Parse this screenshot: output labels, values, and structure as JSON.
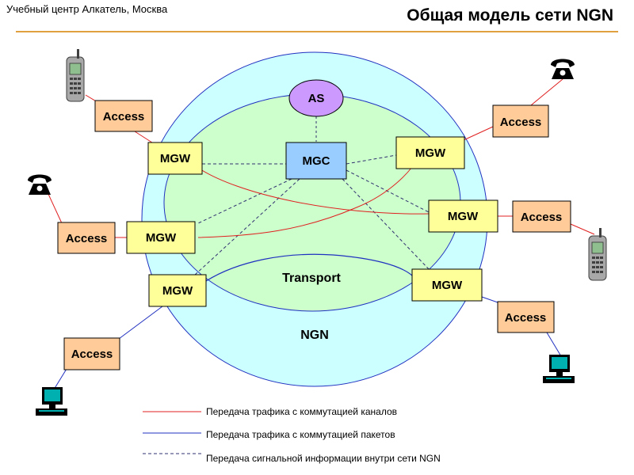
{
  "header": {
    "left_text": "Учебный  центр  Алкатель,  Москва",
    "title": "Общая  модель  сети  NGN"
  },
  "colors": {
    "accent_rule": "#e0a040",
    "ngn_cloud": "#ccffff",
    "transport_cloud": "#ccffcc",
    "mgw_fill": "#ffff99",
    "mgc_fill": "#99ccff",
    "as_fill": "#cc99ff",
    "access_fill": "#ffcc99",
    "circuit_line": "#e02020",
    "packet_line": "#2030c0",
    "signal_line": "#303070"
  },
  "nodes": {
    "as": "AS",
    "mgc": "MGC",
    "mgw": "MGW",
    "access": "Access"
  },
  "areas": {
    "transport": "Transport",
    "ngn": "NGN"
  },
  "devices": {
    "mobile_phone": "mobile-phone-icon",
    "desk_phone": "telephone-icon",
    "computer": "computer-icon"
  },
  "legend": {
    "circuit": "Передача трафика   с коммутацией   каналов",
    "packet": "Передача трафика   с коммутацией   пакетов",
    "signal": "Передача  сигнальной  информации   внутри  сети NGN"
  }
}
